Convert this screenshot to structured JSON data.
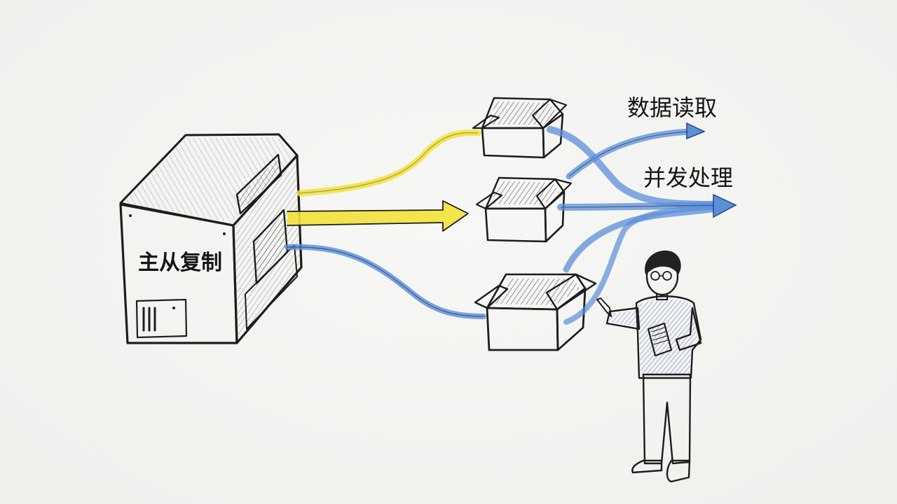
{
  "diagram": {
    "server_label": "主从复制",
    "outputs": [
      {
        "label": "数据读取"
      },
      {
        "label": "并发处理"
      }
    ]
  },
  "colors": {
    "paper": "#f3f3f1",
    "ink": "#1d1d1d",
    "yellow_flow": "#f2e23a",
    "blue_flow": "#5b8fd8",
    "sweater": "#2f63c9"
  },
  "icons": [
    "server-icon",
    "box-icon",
    "person-icon",
    "notepad-icon"
  ]
}
